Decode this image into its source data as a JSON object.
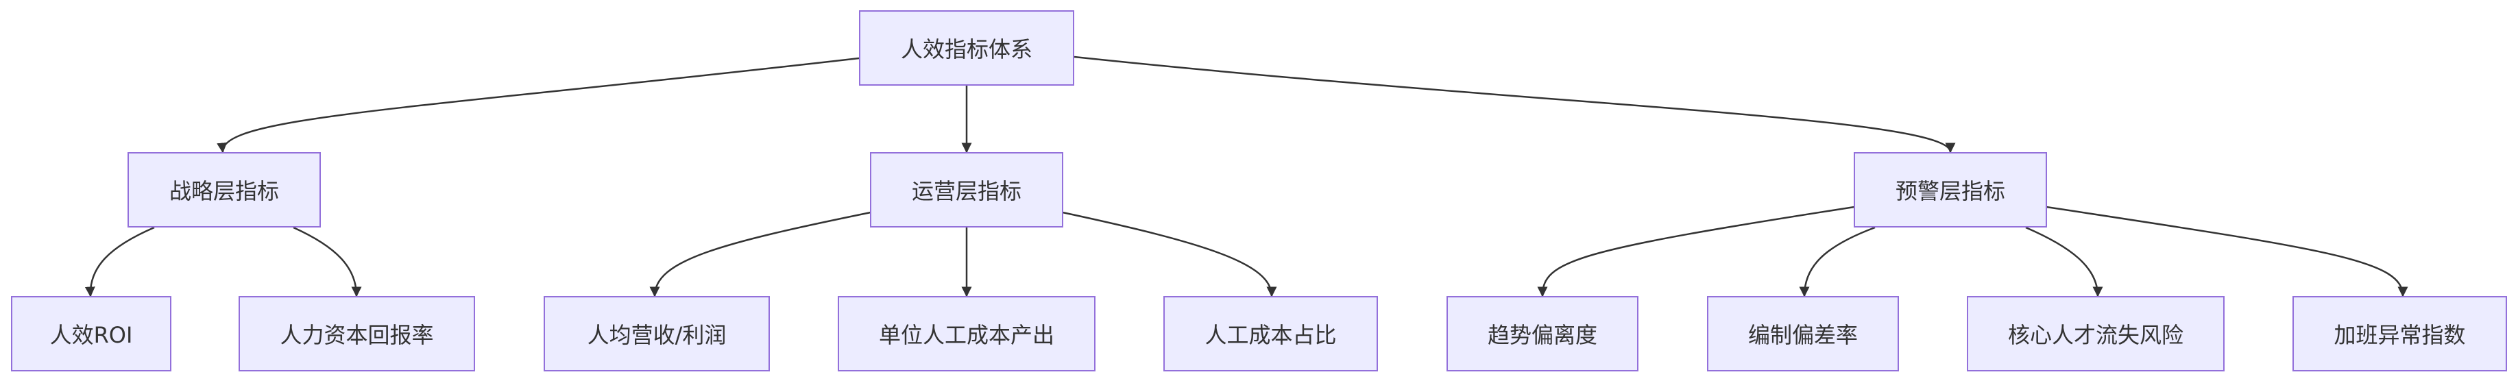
{
  "diagram": {
    "root": {
      "label": "人效指标体系"
    },
    "strategy": {
      "label": "战略层指标",
      "children": [
        "人效ROI",
        "人力资本回报率"
      ]
    },
    "operation": {
      "label": "运营层指标",
      "children": [
        "人均营收/利润",
        "单位人工成本产出",
        "人工成本占比"
      ]
    },
    "warning": {
      "label": "预警层指标",
      "children": [
        "趋势偏离度",
        "编制偏差率",
        "核心人才流失风险",
        "加班异常指数"
      ]
    },
    "colors": {
      "node_fill": "#ececff",
      "node_border": "#9370db",
      "edge": "#333333",
      "text": "#333333"
    }
  }
}
